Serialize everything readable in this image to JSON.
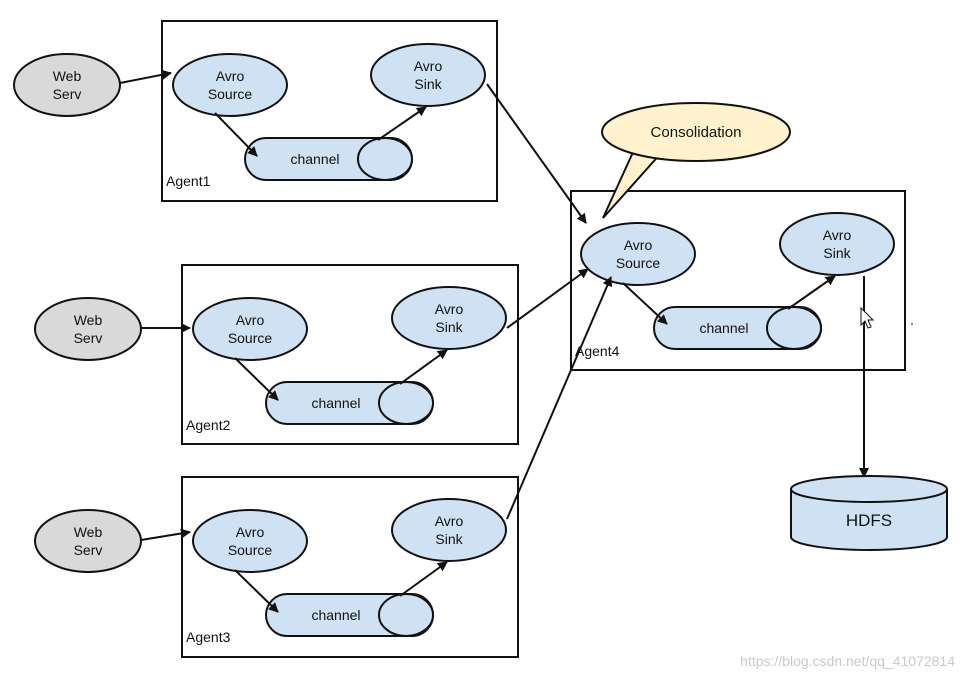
{
  "agents": [
    {
      "label": "Agent1",
      "web": [
        "Web",
        "Serv"
      ],
      "source": [
        "Avro",
        "Source"
      ],
      "sink": [
        "Avro",
        "Sink"
      ],
      "channel": "channel"
    },
    {
      "label": "Agent2",
      "web": [
        "Web",
        "Serv"
      ],
      "source": [
        "Avro",
        "Source"
      ],
      "sink": [
        "Avro",
        "Sink"
      ],
      "channel": "channel"
    },
    {
      "label": "Agent3",
      "web": [
        "Web",
        "Serv"
      ],
      "source": [
        "Avro",
        "Source"
      ],
      "sink": [
        "Avro",
        "Sink"
      ],
      "channel": "channel"
    }
  ],
  "agent4": {
    "label": "Agent4",
    "source": [
      "Avro",
      "Source"
    ],
    "sink": [
      "Avro",
      "Sink"
    ],
    "channel": "channel"
  },
  "callout": "Consolidation",
  "hdfs": "HDFS",
  "watermark": "https://blog.csdn.net/qq_41072814",
  "colors": {
    "web_fill": "#d9d9d9",
    "node_fill": "#cfe2f3",
    "callout_fill": "#fff2cc",
    "stroke": "#111111"
  }
}
